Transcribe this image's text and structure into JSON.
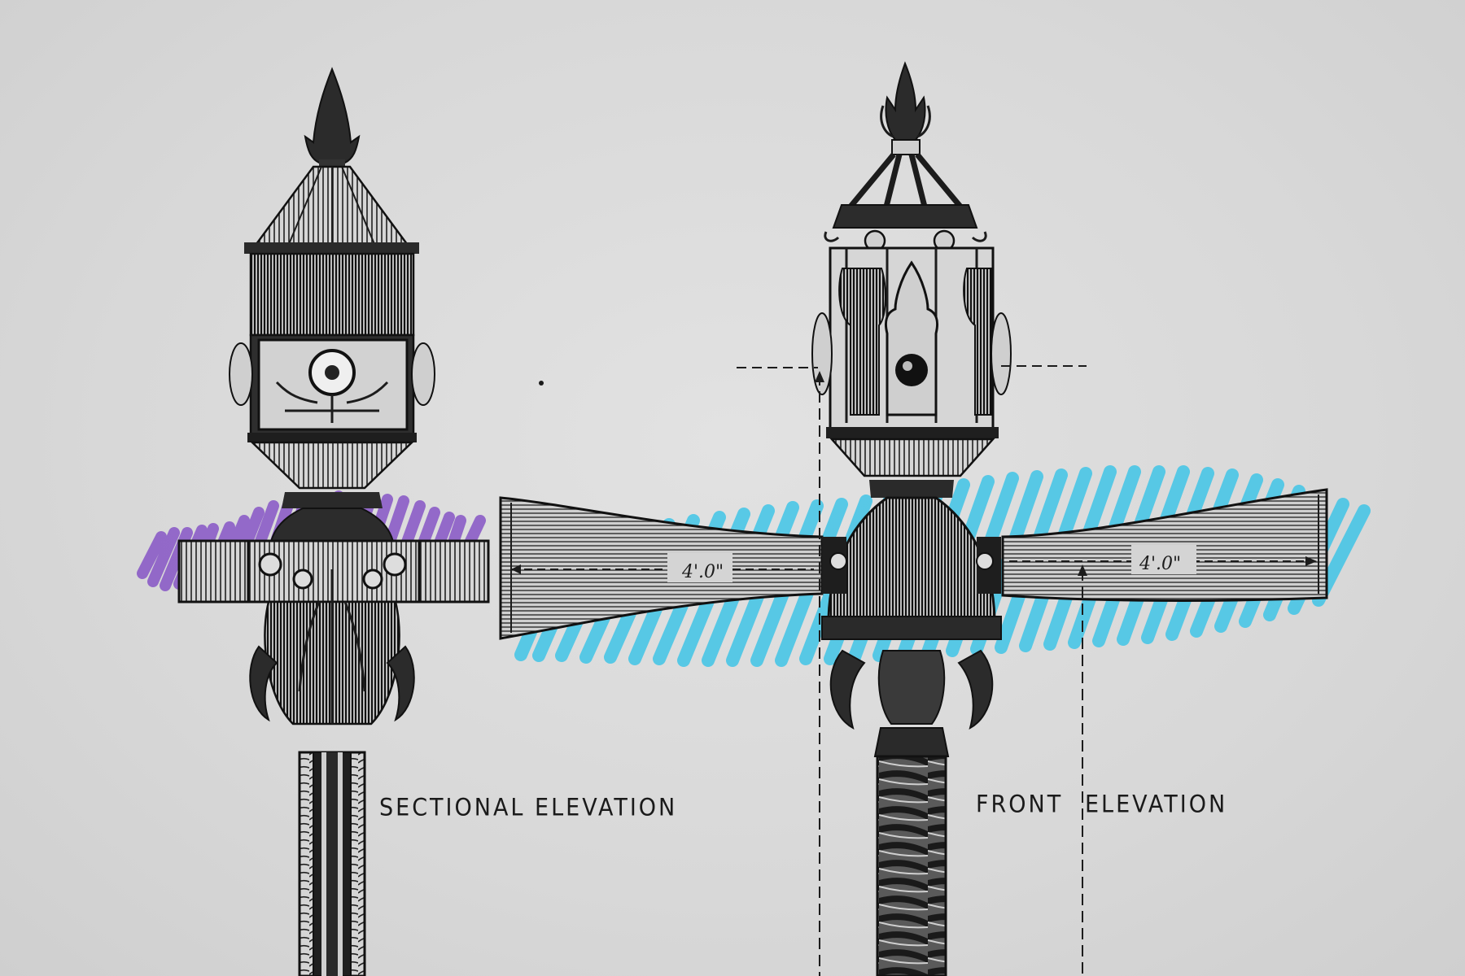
{
  "captions": {
    "sectional": "SECTIONAL ELEVATION",
    "front_word": "FRONT",
    "elevation_word": "ELEVATION"
  },
  "dimensions": {
    "left_arm": "4'.0\"",
    "right_arm": "4'.0\""
  },
  "colors": {
    "paper": "#d9d9d9",
    "ink": "#1c1c1c",
    "highlight_purple": "#8b5cc7",
    "highlight_cyan": "#3fc4e6"
  }
}
